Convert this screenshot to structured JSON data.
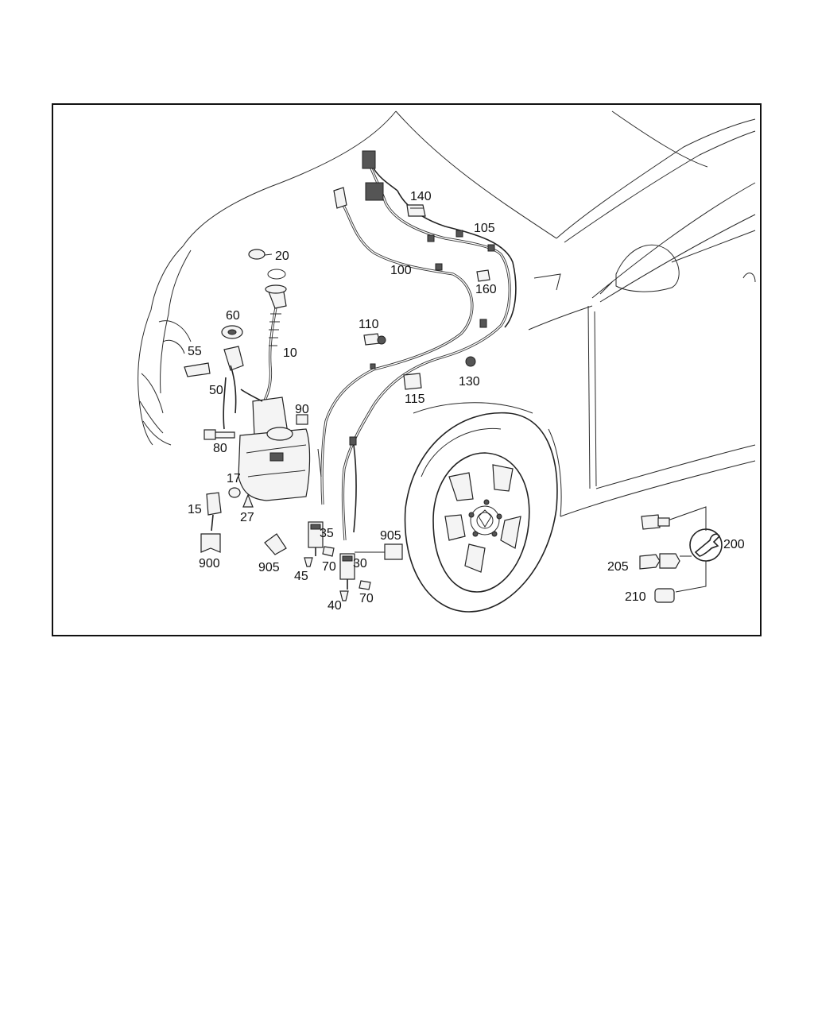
{
  "diagram": {
    "labels": [
      {
        "id": "l20",
        "text": "20"
      },
      {
        "id": "l140",
        "text": "140"
      },
      {
        "id": "l105",
        "text": "105"
      },
      {
        "id": "l100",
        "text": "100"
      },
      {
        "id": "l160",
        "text": "160"
      },
      {
        "id": "l60",
        "text": "60"
      },
      {
        "id": "l10",
        "text": "10"
      },
      {
        "id": "l55",
        "text": "55"
      },
      {
        "id": "l110",
        "text": "110"
      },
      {
        "id": "l50",
        "text": "50"
      },
      {
        "id": "l90",
        "text": "90"
      },
      {
        "id": "l115",
        "text": "115"
      },
      {
        "id": "l130",
        "text": "130"
      },
      {
        "id": "l80",
        "text": "80"
      },
      {
        "id": "l17",
        "text": "17"
      },
      {
        "id": "l15",
        "text": "15"
      },
      {
        "id": "l27",
        "text": "27"
      },
      {
        "id": "l35",
        "text": "35"
      },
      {
        "id": "l905a",
        "text": "905"
      },
      {
        "id": "l905b",
        "text": "905"
      },
      {
        "id": "l900",
        "text": "900"
      },
      {
        "id": "l45",
        "text": "45"
      },
      {
        "id": "l70a",
        "text": "70"
      },
      {
        "id": "l30",
        "text": "30"
      },
      {
        "id": "l40",
        "text": "40"
      },
      {
        "id": "l70b",
        "text": "70"
      },
      {
        "id": "l200",
        "text": "200"
      },
      {
        "id": "l205",
        "text": "205"
      },
      {
        "id": "l210",
        "text": "210"
      }
    ]
  }
}
